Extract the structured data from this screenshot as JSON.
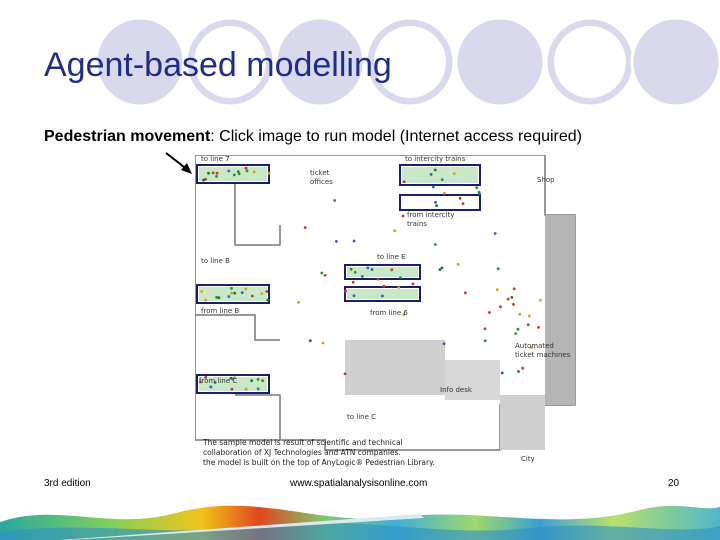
{
  "slide": {
    "title": "Agent-based modelling",
    "subtitle_bold": "Pedestrian movement",
    "subtitle_rest": ": Click image to run model (Internet access required)"
  },
  "model_labels": {
    "to_line_7": "to line 7",
    "to_intercity": "to intercity trains",
    "ticket_offices": "ticket offices",
    "shop": "Shop",
    "from_intercity": "from intercity trains",
    "to_line_e": "to line E",
    "from_line_6": "from line 6",
    "to_line_b": "to line B",
    "from_line_b": "from line B",
    "automated_ticket": "Automated ticket machines",
    "from_line_c": "from line C",
    "info_desk": "Info desk",
    "to_line_c": "to line C",
    "city": "City",
    "caption_1": "The sample model is result of scientific and technical",
    "caption_2": "collaboration of XJ Technologies and ATN companies.",
    "caption_3": "the model is built on the top of AnyLogic® Pedestrian Library."
  },
  "footer": {
    "edition": "3rd edition",
    "url": "www.spatialanalysisonline.com",
    "page": "20"
  },
  "colors": {
    "title": "#1f2d8a",
    "circle_fill": "#d9d9ee",
    "circle_stroke": "#ffffff",
    "track": "#1d1d6e",
    "floor": "#ffffff",
    "wall": "#8a8a8a"
  }
}
